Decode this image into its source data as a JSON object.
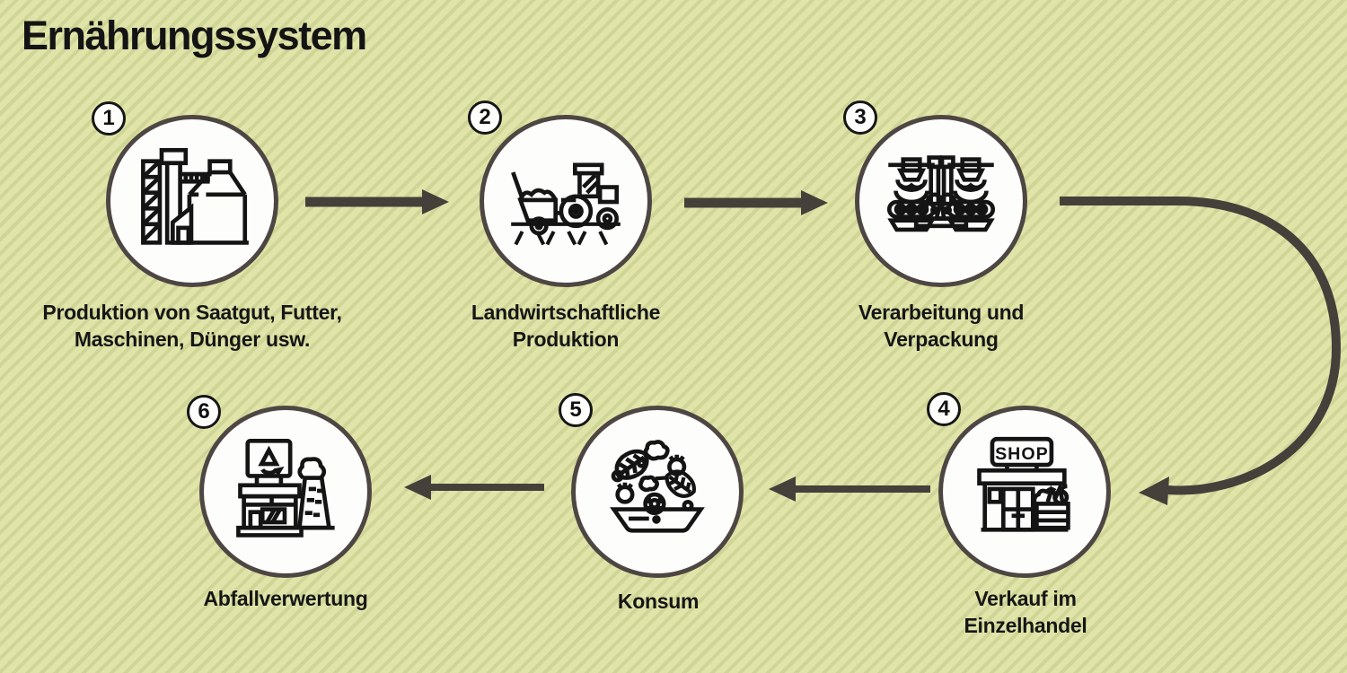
{
  "title": "Ernährungssystem",
  "colors": {
    "background": "#e0e4a8",
    "stripe": "#cfd596",
    "ink": "#141414",
    "arrow": "#46403b",
    "circle_border": "#4e4643",
    "circle_fill": "#fdfdfb"
  },
  "steps": [
    {
      "number": "1",
      "icon": "silo-factory",
      "line1": "Produktion von Saatgut, Futter,",
      "line2": "Maschinen, Dünger usw."
    },
    {
      "number": "2",
      "icon": "tractor-field",
      "line1": "Landwirtschaftliche",
      "line2": "Produktion"
    },
    {
      "number": "3",
      "icon": "processing-machines",
      "line1": "Verarbeitung und",
      "line2": "Verpackung"
    },
    {
      "number": "4",
      "icon": "shop-storefront",
      "line1": "Verkauf im",
      "line2": "Einzelhandel",
      "shop_sign": "SHOP"
    },
    {
      "number": "5",
      "icon": "salad-bowl",
      "line1": "Konsum",
      "line2": ""
    },
    {
      "number": "6",
      "icon": "recycling-plant",
      "line1": "Abfallverwertung",
      "line2": ""
    }
  ],
  "flow": {
    "sequence": "1 → 2 → 3 → 4 → 5 → 6",
    "arrows": [
      {
        "from": "1",
        "to": "2",
        "shape": "straight-right"
      },
      {
        "from": "2",
        "to": "3",
        "shape": "straight-right"
      },
      {
        "from": "3",
        "to": "4",
        "shape": "curved-right-down"
      },
      {
        "from": "4",
        "to": "5",
        "shape": "straight-left"
      },
      {
        "from": "5",
        "to": "6",
        "shape": "straight-left"
      }
    ]
  }
}
